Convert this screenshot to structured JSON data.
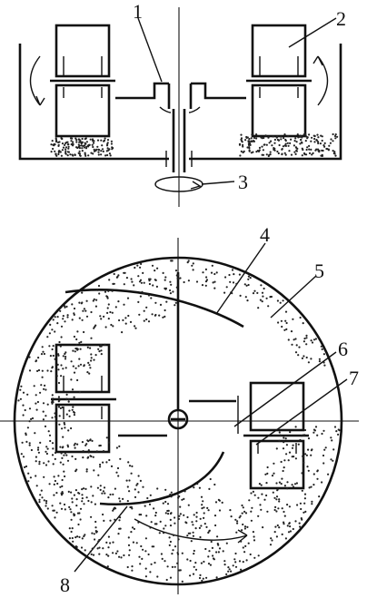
{
  "figure": {
    "labels": {
      "l1": "1",
      "l2": "2",
      "l3": "3",
      "l4": "4",
      "l5": "5",
      "l6": "6",
      "l7": "7",
      "l8": "8"
    },
    "colors": {
      "ink": "#111111",
      "background": "#ffffff",
      "media_dots": "#222222"
    }
  }
}
